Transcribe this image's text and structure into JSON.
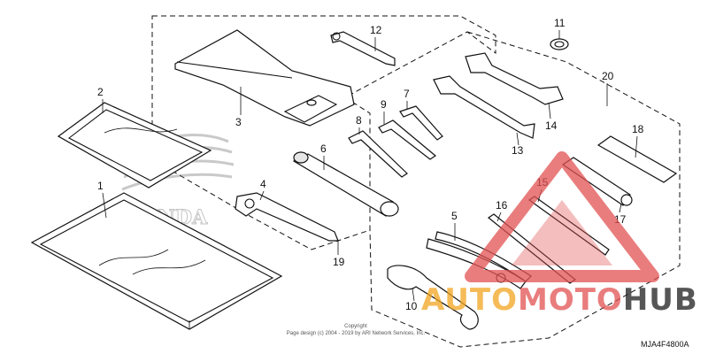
{
  "callouts": [
    {
      "id": "c1",
      "text": "1"
    },
    {
      "id": "c2",
      "text": "2"
    },
    {
      "id": "c3",
      "text": "3"
    },
    {
      "id": "c4",
      "text": "4"
    },
    {
      "id": "c5",
      "text": "5"
    },
    {
      "id": "c6",
      "text": "6"
    },
    {
      "id": "c7",
      "text": "7"
    },
    {
      "id": "c8",
      "text": "8"
    },
    {
      "id": "c9",
      "text": "9"
    },
    {
      "id": "c10",
      "text": "10"
    },
    {
      "id": "c11",
      "text": "11"
    },
    {
      "id": "c12",
      "text": "12"
    },
    {
      "id": "c13",
      "text": "13"
    },
    {
      "id": "c14",
      "text": "14"
    },
    {
      "id": "c15",
      "text": "15"
    },
    {
      "id": "c16",
      "text": "16"
    },
    {
      "id": "c17",
      "text": "17"
    },
    {
      "id": "c18",
      "text": "18"
    },
    {
      "id": "c19",
      "text": "19"
    },
    {
      "id": "c20",
      "text": "20"
    }
  ],
  "logo_text": "HONDA",
  "watermark": {
    "part1": "AUTO",
    "part2": "MOTO",
    "part3": "HUB"
  },
  "copyright": {
    "line1": "Copyright",
    "line2": "Page design (c) 2004 - 2019 by ARI Network Services, Inc."
  },
  "diagram_code": "MJA4F4800A",
  "colors": {
    "watermark_orange": "#f2a51f",
    "watermark_red": "#e25252",
    "watermark_dark": "#1e1e1e",
    "line": "#111111"
  }
}
